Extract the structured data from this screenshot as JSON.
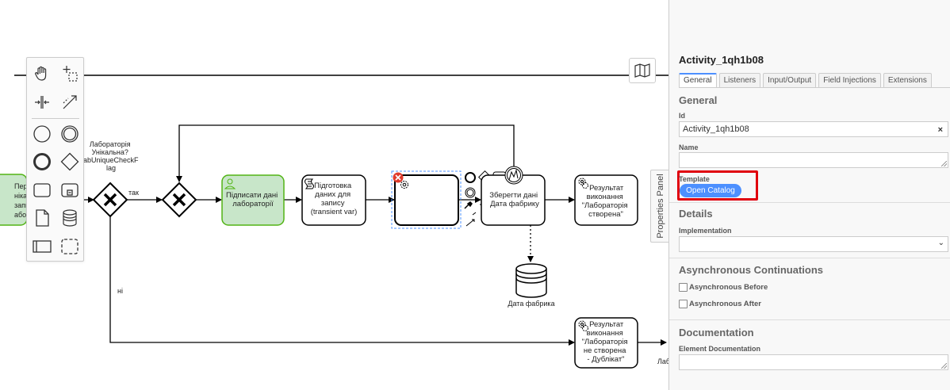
{
  "diagram": {
    "gateway_question": [
      "Лабораторія",
      "Унікальна?",
      "labUniqueCheckF",
      "lag"
    ],
    "flow_yes": "так",
    "flow_no": "ні",
    "start_event_partial": [
      "Пер",
      "ніка",
      "запи",
      "або"
    ],
    "task_sign": [
      "Підписати дані",
      "лабораторії"
    ],
    "task_prepare": [
      "Підготовка",
      "даних для",
      "запису",
      "(transient var)"
    ],
    "task_save": [
      "Зберегти дані",
      "Дата фабрику"
    ],
    "task_result_ok": [
      "Результат",
      "виконання",
      "\"Лабораторія",
      "створена\""
    ],
    "datastore": "Дата фабрика",
    "task_result_dup": [
      "Результат",
      "виконання",
      "\"Лабораторія",
      "не створена",
      "- Дублікат\""
    ],
    "end_partial_label": "Лаб"
  },
  "panel_toggle": "Properties Panel",
  "properties": {
    "title": "Activity_1qh1b08",
    "tabs": [
      {
        "label": "General",
        "active": true
      },
      {
        "label": "Listeners",
        "active": false
      },
      {
        "label": "Input/Output",
        "active": false
      },
      {
        "label": "Field Injections",
        "active": false
      },
      {
        "label": "Extensions",
        "active": false
      }
    ],
    "general": {
      "title": "General",
      "id_label": "Id",
      "id_value": "Activity_1qh1b08",
      "clear_icon": "×",
      "name_label": "Name",
      "name_value": "",
      "template_label": "Template",
      "open_catalog": "Open Catalog"
    },
    "details": {
      "title": "Details",
      "implementation_label": "Implementation",
      "implementation_value": "",
      "caret": "⌄"
    },
    "async": {
      "title": "Asynchronous Continuations",
      "before": "Asynchronous Before",
      "after": "Asynchronous After"
    },
    "documentation": {
      "title": "Documentation",
      "element_doc_label": "Element Documentation"
    }
  },
  "colors": {
    "accent": "#4d90ff",
    "highlight": "#e0000d",
    "task_green_fill": "#c8e6c9",
    "task_green_stroke": "#52b415",
    "error_badge": "#e03b2d"
  }
}
